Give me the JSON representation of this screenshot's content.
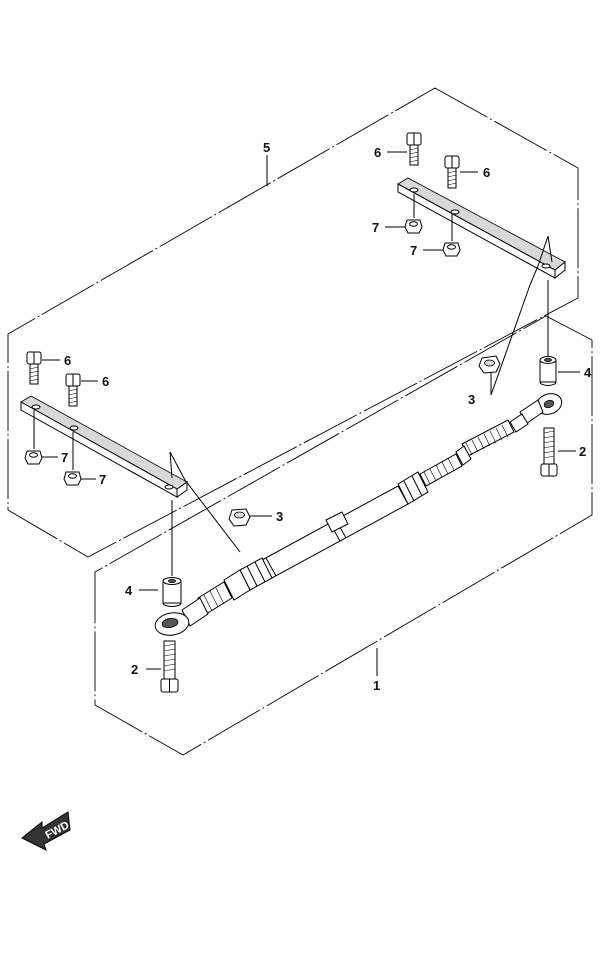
{
  "callouts": {
    "c1": "1",
    "c2a": "2",
    "c2b": "2",
    "c3a": "3",
    "c3b": "3",
    "c4a": "4",
    "c4b": "4",
    "c5": "5",
    "c6a": "6",
    "c6b": "6",
    "c6c": "6",
    "c6d": "6",
    "c7a": "7",
    "c7b": "7",
    "c7c": "7",
    "c7d": "7"
  },
  "fwd_label": "FWD",
  "colors": {
    "line": "#000000",
    "background": "#ffffff",
    "fill_light": "#d8d8d8",
    "fill_dark": "#555555"
  }
}
